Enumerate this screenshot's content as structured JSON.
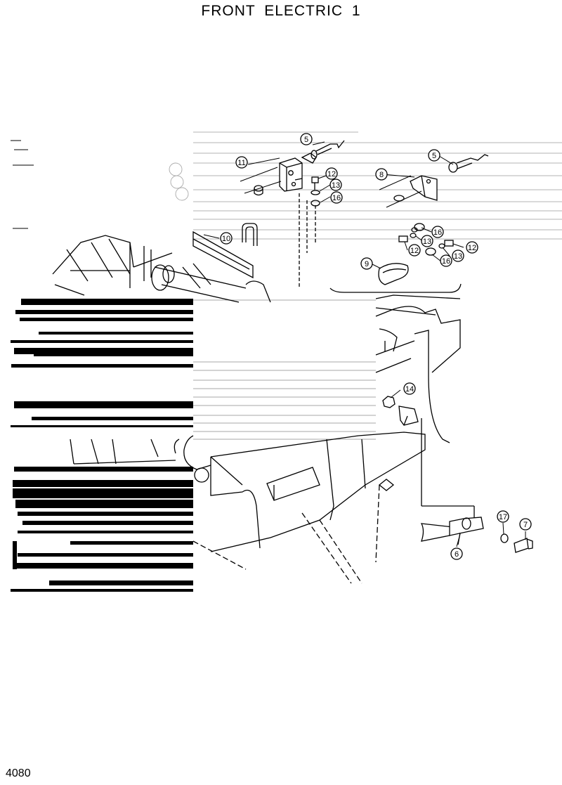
{
  "page": {
    "title": "FRONT  ELECTRIC  1",
    "page_number": "4080"
  },
  "callouts": [
    "5",
    "11",
    "12",
    "13",
    "16",
    "5",
    "8",
    "10",
    "16",
    "12",
    "13",
    "12",
    "9",
    "16",
    "13",
    "14",
    "17",
    "7",
    "6"
  ]
}
